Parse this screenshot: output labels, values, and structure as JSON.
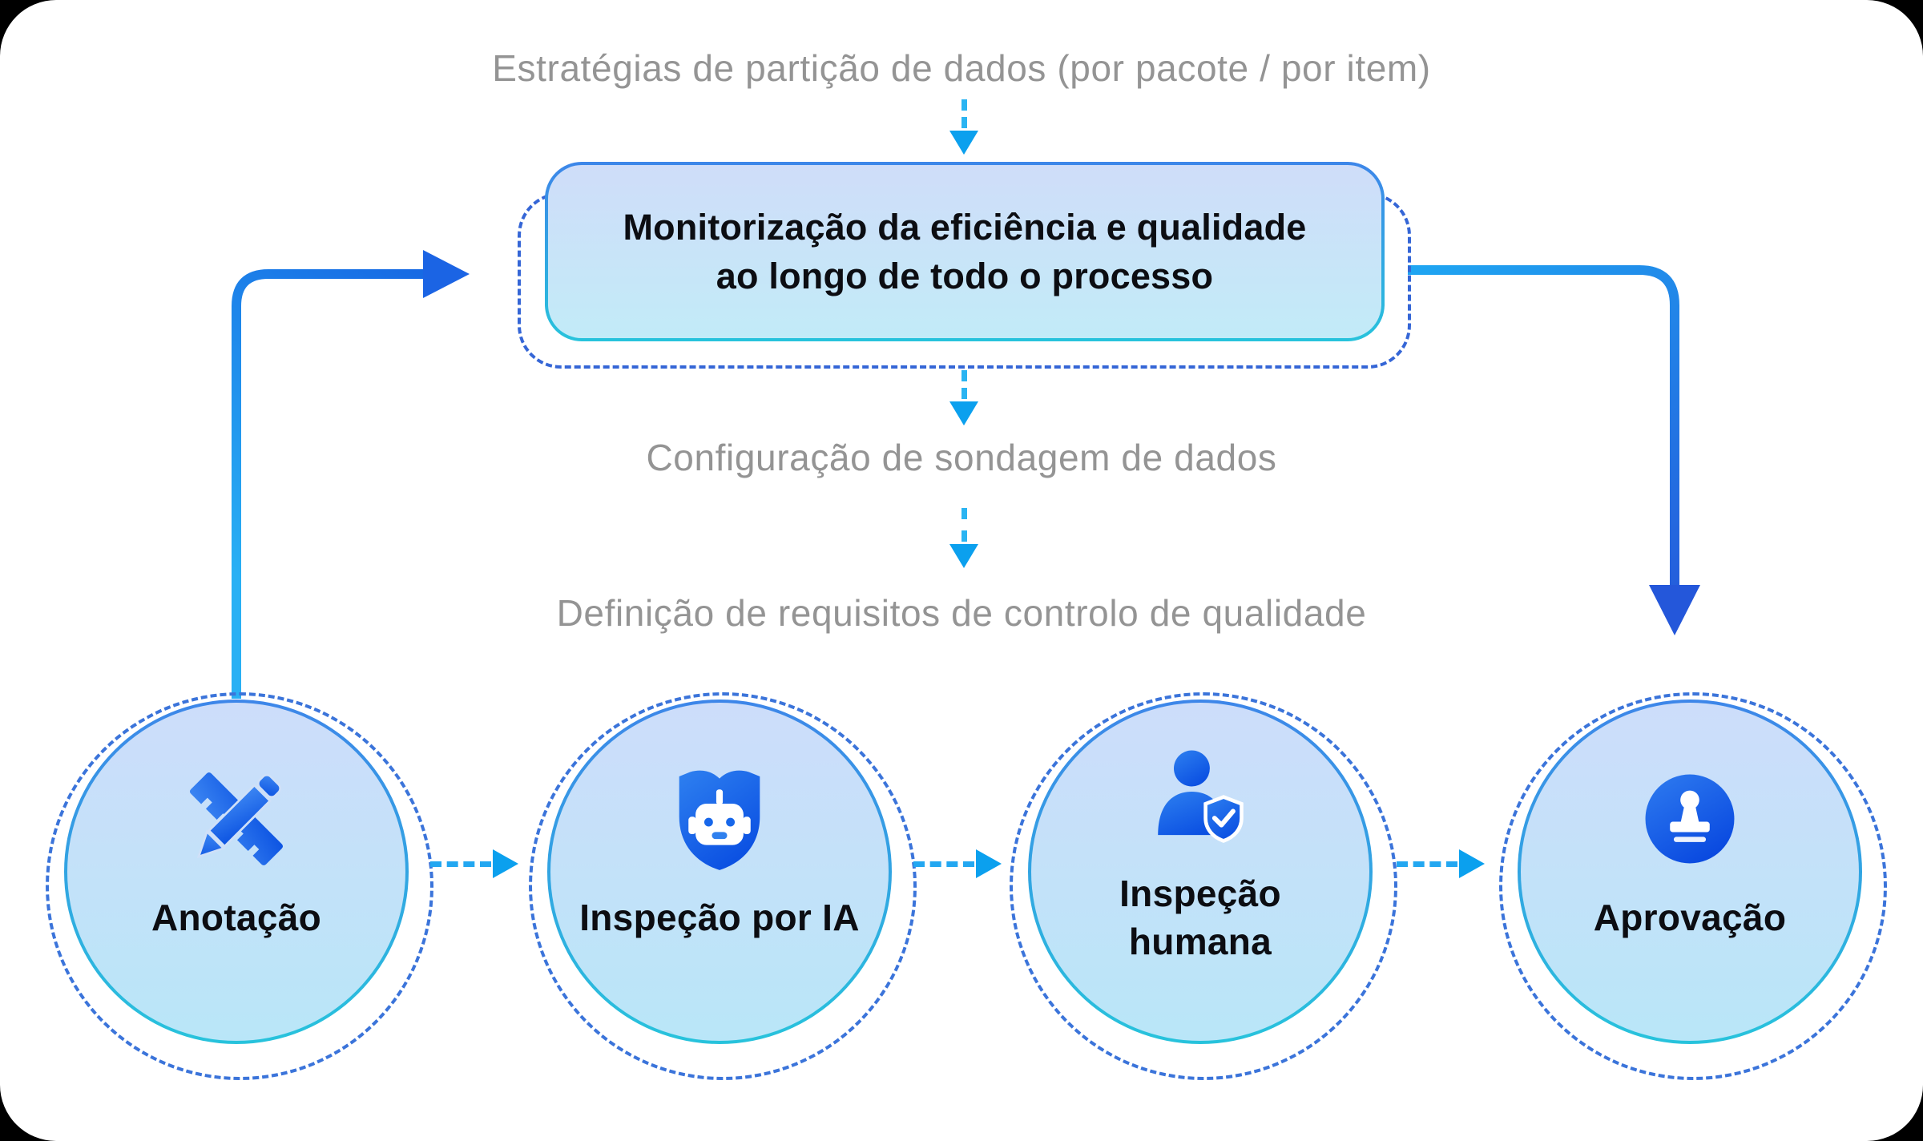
{
  "diagram": {
    "top_label": "Estratégias de partição de dados (por pacote / por item)",
    "monitor_box": {
      "line1": "Monitorização da eficiência e qualidade",
      "line2": "ao longo de todo o processo"
    },
    "mid_label_1": "Configuração de sondagem de dados",
    "mid_label_2": "Definição de requisitos de controlo de qualidade",
    "stages": [
      {
        "icon": "pencil-ruler-icon",
        "line1": "Anotação",
        "line2": ""
      },
      {
        "icon": "robot-shield-icon",
        "line1": "Inspeção por IA",
        "line2": ""
      },
      {
        "icon": "person-shield-icon",
        "line1": "Inspeção",
        "line2": "humana"
      },
      {
        "icon": "stamp-icon",
        "line1": "Aprovação",
        "line2": ""
      }
    ],
    "colors": {
      "accent_blue": "#1a6ae6",
      "accent_cyan": "#23a7f1",
      "dashed_outline": "#3566d6",
      "fill_top": "#cdddfa",
      "fill_bottom": "#b9e6f8",
      "gray_text": "#949494",
      "dark_text": "#0c0d12"
    }
  }
}
